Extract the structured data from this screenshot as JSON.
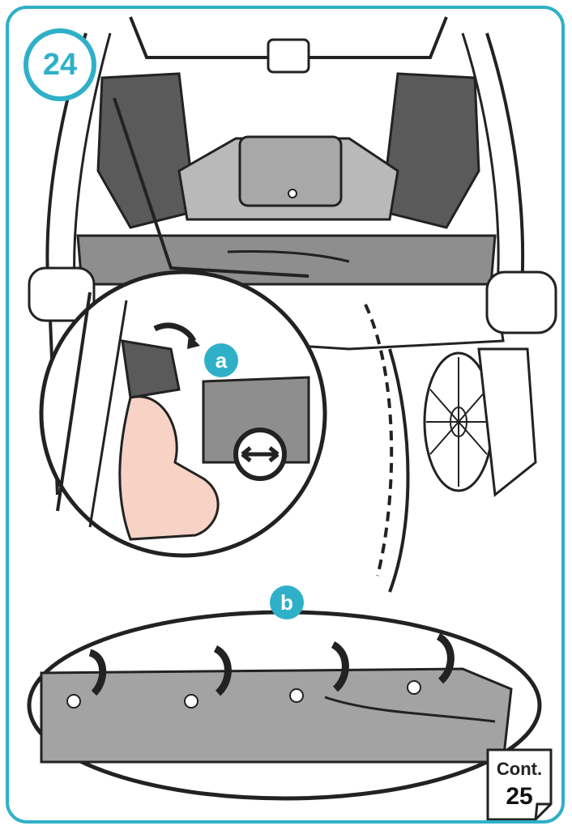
{
  "step": {
    "number": "24"
  },
  "callouts": {
    "a": "a",
    "b": "b"
  },
  "continue_note": {
    "label": "Cont.",
    "next_step": "25"
  },
  "colors": {
    "accent": "#2fb0c8",
    "basket_grey": "#8e8e8e",
    "mesh_grey": "#5a5a5a",
    "skin": "#f6d3c4",
    "outline": "#222222"
  }
}
